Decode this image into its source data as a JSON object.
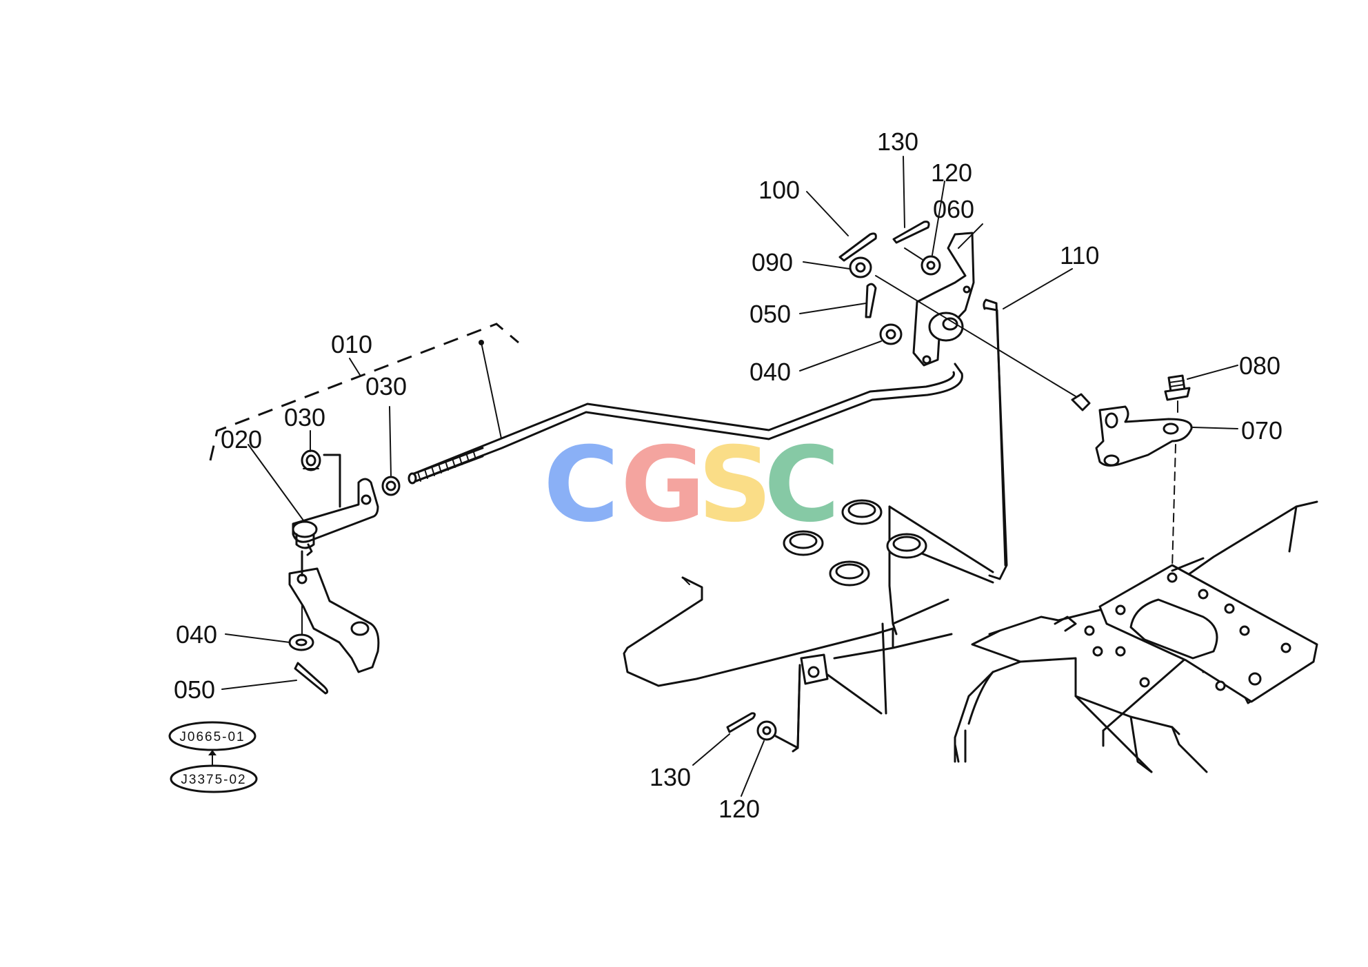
{
  "watermark": {
    "letters": [
      {
        "char": "C",
        "color": "#7da7f5"
      },
      {
        "char": "G",
        "color": "#f39a95"
      },
      {
        "char": "S",
        "color": "#fad97a"
      },
      {
        "char": "C",
        "color": "#79c39b"
      }
    ]
  },
  "labels": {
    "l010": "010",
    "l020": "020",
    "l030a": "030",
    "l030b": "030",
    "l040a": "040",
    "l050a": "050",
    "l040b": "040",
    "l050b": "050",
    "l060": "060",
    "l070": "070",
    "l080": "080",
    "l090": "090",
    "l100": "100",
    "l110": "110",
    "l120a": "120",
    "l130a": "130",
    "l120b": "120",
    "l130b": "130"
  },
  "references": {
    "top": "J0665-01",
    "bottom": "J3375-02"
  },
  "colors": {
    "line": "#111111",
    "background": "#ffffff"
  }
}
